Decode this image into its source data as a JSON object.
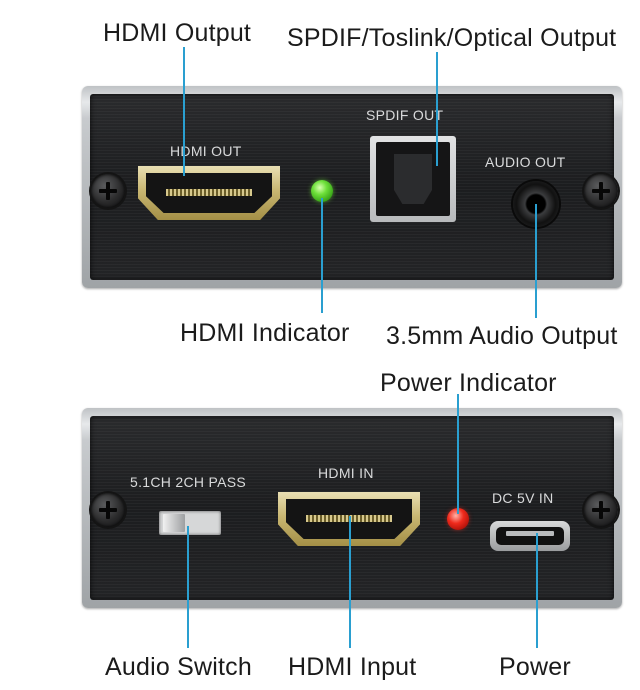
{
  "callouts": {
    "hdmi_output": "HDMI Output",
    "spdif_output": "SPDIF/Toslink/Optical Output",
    "hdmi_indicator": "HDMI Indicator",
    "audio_output": "3.5mm Audio Output",
    "power_indicator": "Power Indicator",
    "audio_switch": "Audio Switch",
    "hdmi_input": "HDMI Input",
    "power": "Power"
  },
  "panels": {
    "front": {
      "hdmi_out": "HDMI OUT",
      "spdif_out": "SPDIF OUT",
      "audio_out": "AUDIO OUT"
    },
    "back": {
      "switch": "5.1CH 2CH PASS",
      "hdmi_in": "HDMI IN",
      "dc_in": "DC 5V IN"
    }
  },
  "colors": {
    "leader_line": "#2a9fd0",
    "led_hdmi": "#6ee03a",
    "led_power": "#ef2a1c"
  }
}
